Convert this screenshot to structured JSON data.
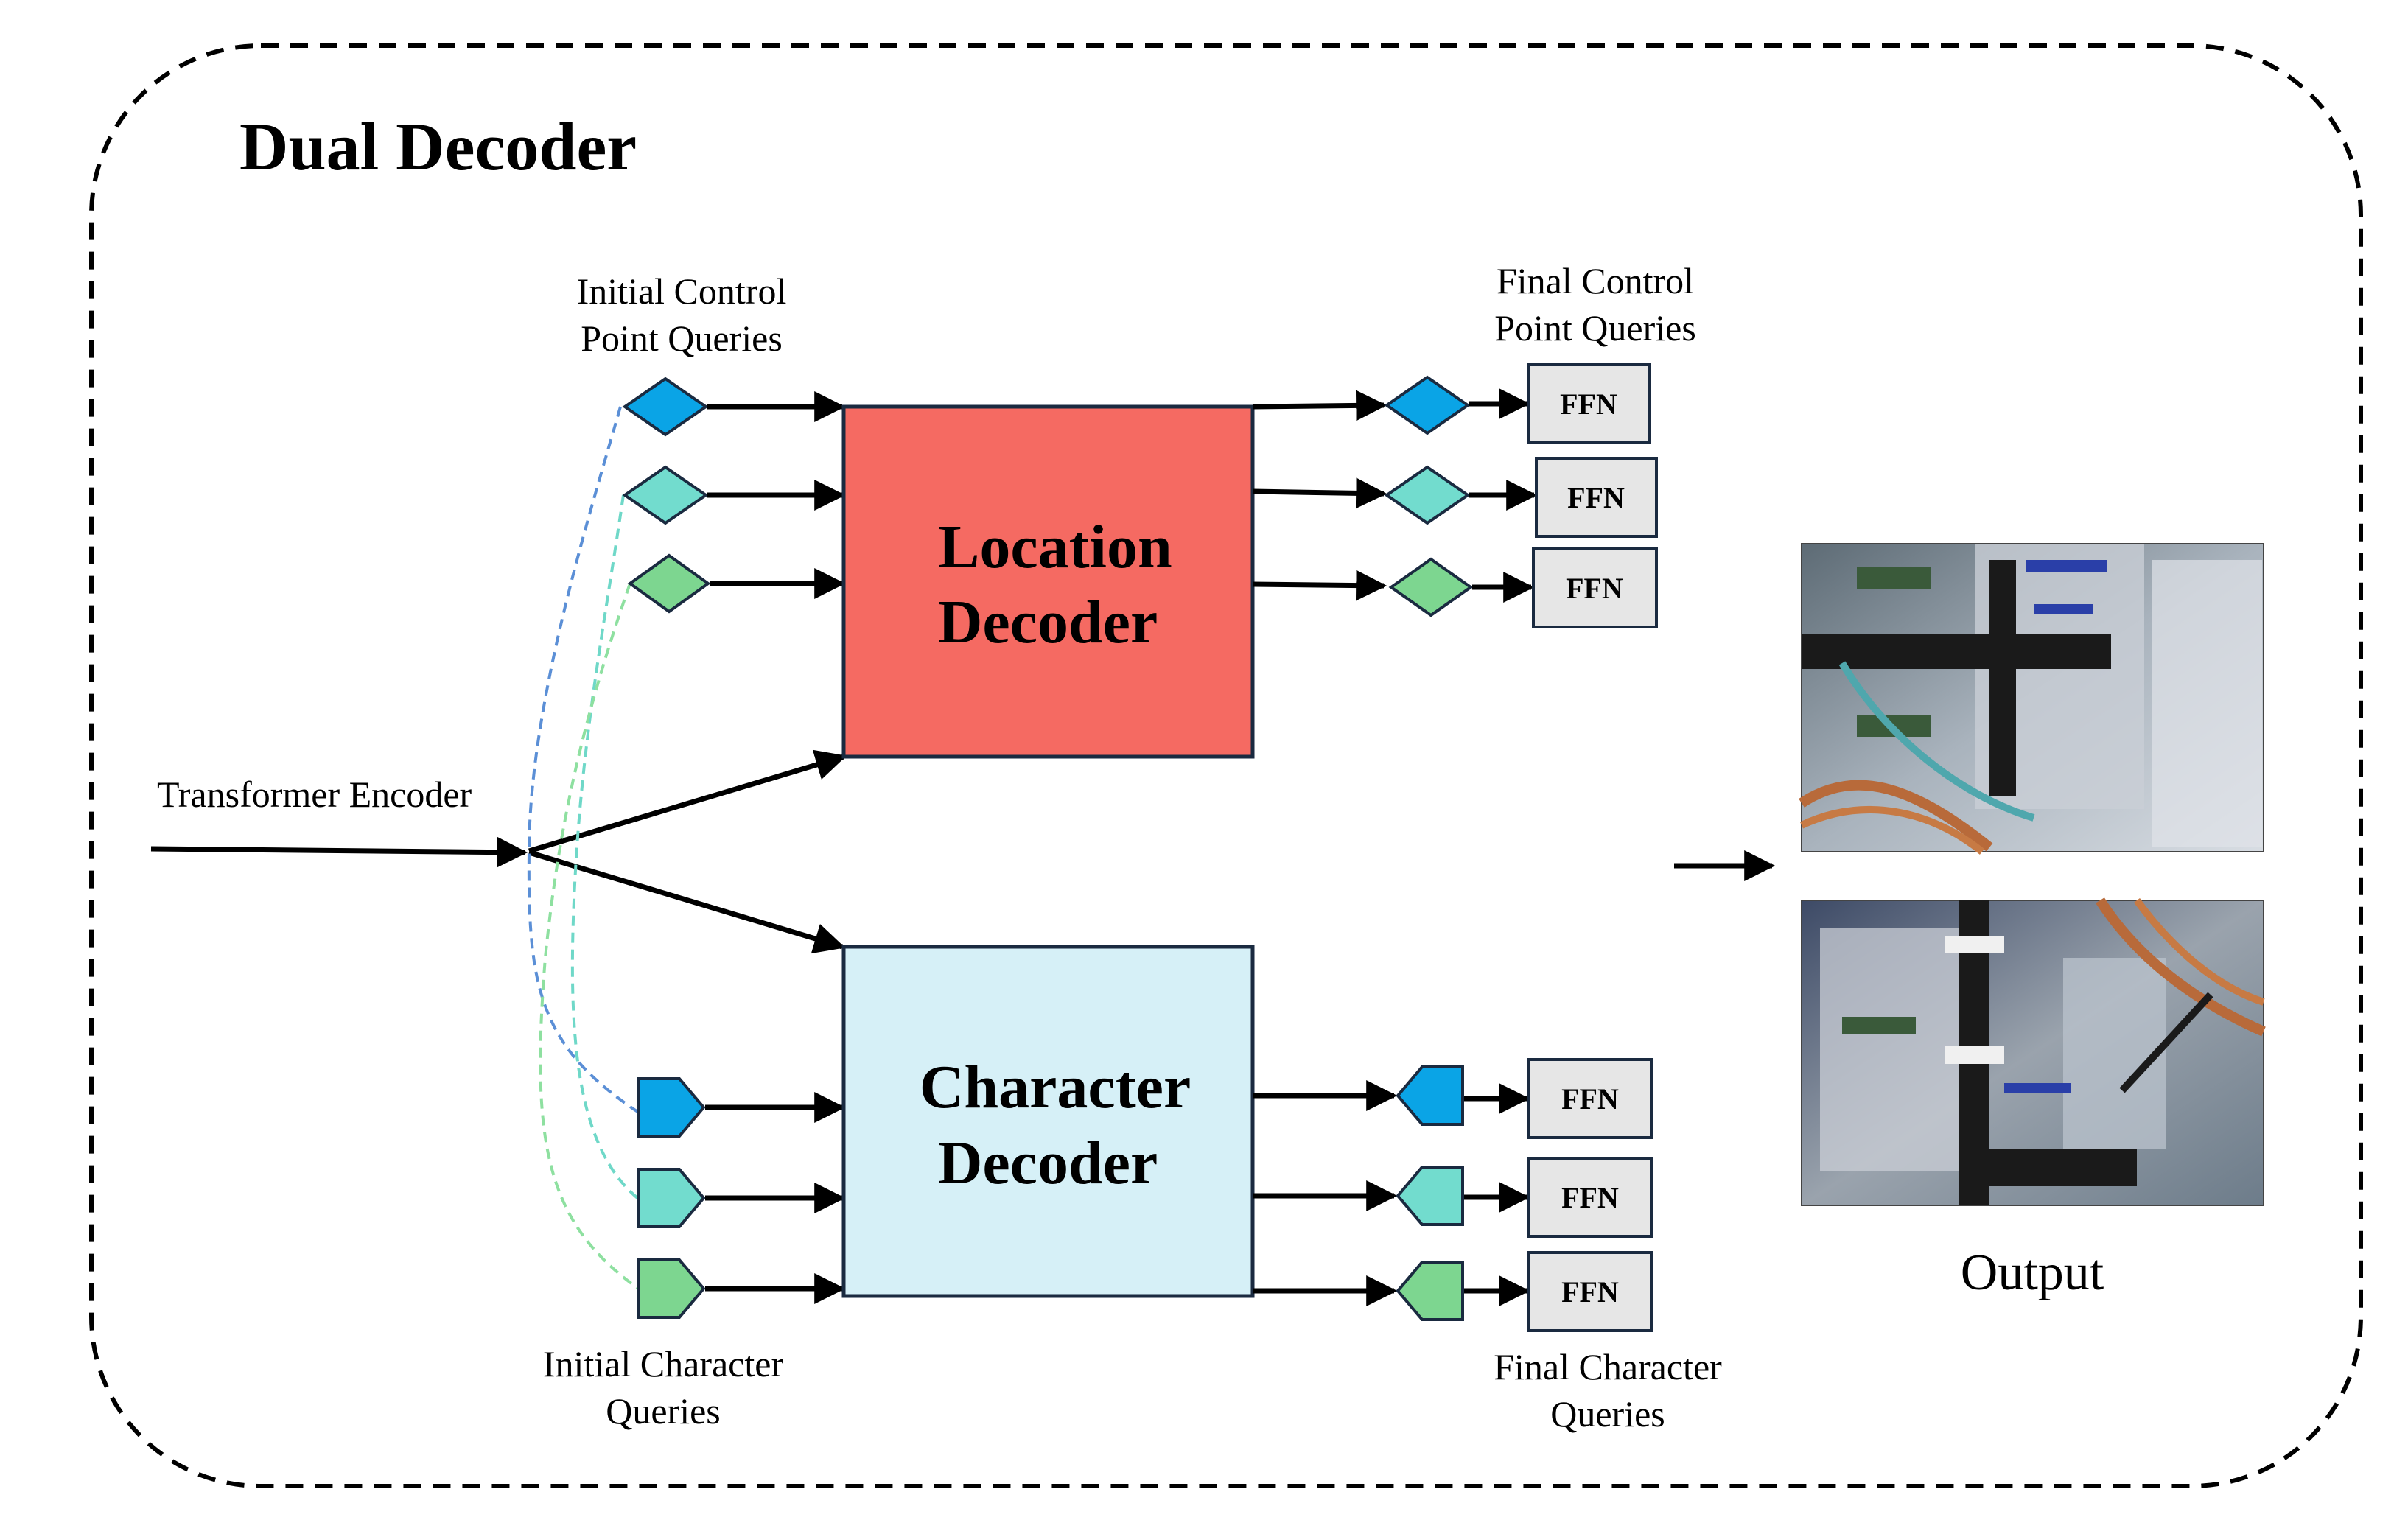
{
  "title": "Dual Decoder",
  "encoder_label": "Transformer Encoder",
  "location_decoder": {
    "line1": "Location",
    "line2": "Decoder",
    "fill": "#f56a62"
  },
  "character_decoder": {
    "line1": "Character",
    "line2": "Decoder",
    "fill": "#d6f0f7"
  },
  "initial_control_queries": {
    "line1": "Initial Control",
    "line2": "Point Queries"
  },
  "final_control_queries": {
    "line1": "Final Control",
    "line2": "Point Queries"
  },
  "initial_character_queries": {
    "line1": "Initial Character",
    "line2": "Queries"
  },
  "final_character_queries": {
    "line1": "Final Character",
    "line2": "Queries"
  },
  "ffn_label": "FFN",
  "output_label": "Output",
  "query_colors": [
    "#0aa4e6",
    "#72dcce",
    "#7dd690"
  ],
  "ffn_fill": "#e6e6e6",
  "output_images": [
    "output-image-1",
    "output-image-2"
  ]
}
